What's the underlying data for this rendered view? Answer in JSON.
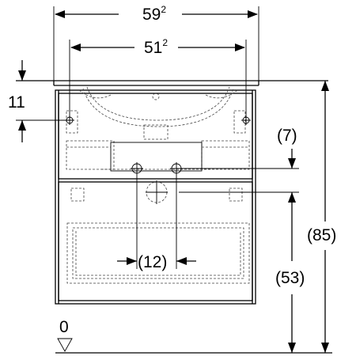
{
  "dimensions": {
    "overall_width": {
      "main": "59",
      "sup": "2"
    },
    "inner_width": {
      "main": "51",
      "sup": "2"
    },
    "top_offset": "11",
    "drain_offset": "(7)",
    "drain_spacing": "(12)",
    "overall_height": "(85)",
    "lower_height": "(53)",
    "floor_level": "0"
  }
}
